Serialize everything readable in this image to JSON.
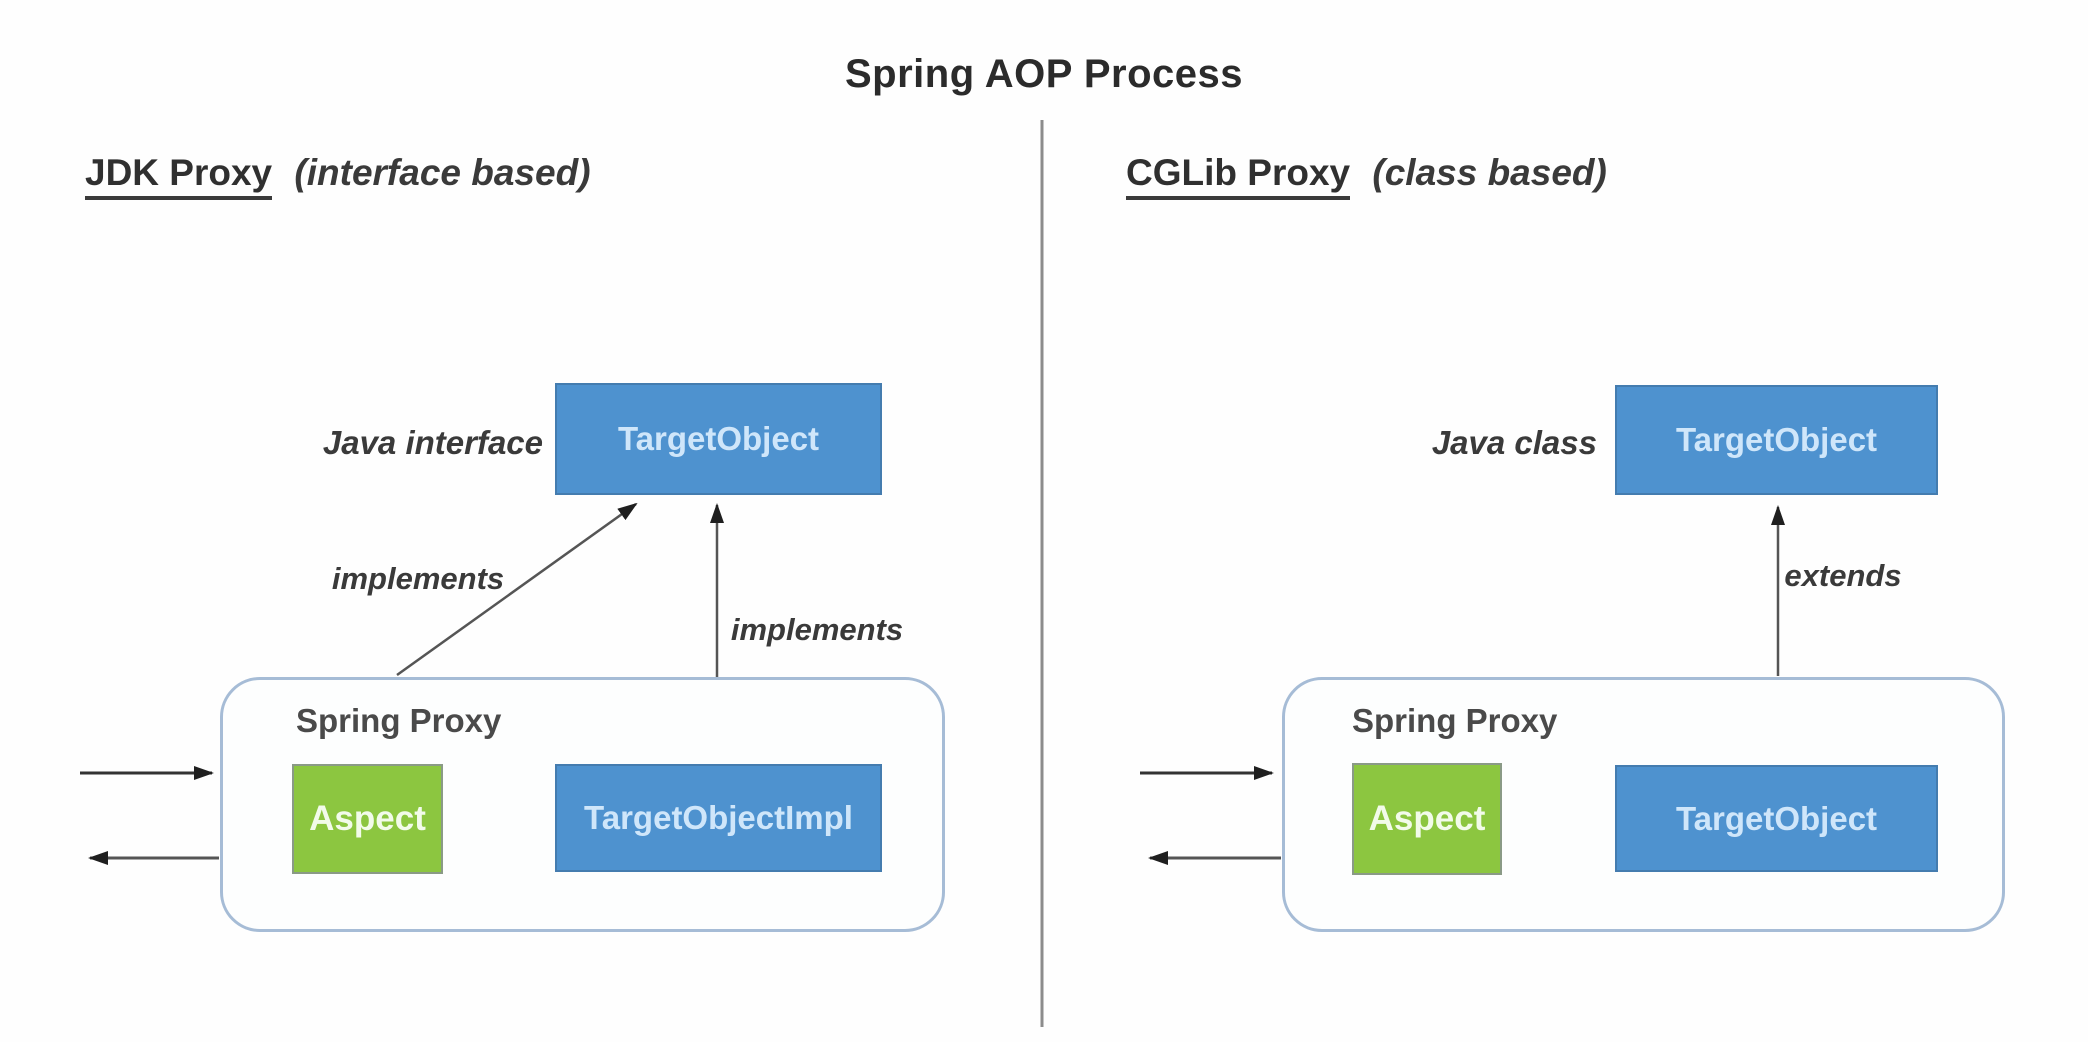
{
  "title": "Spring AOP Process",
  "panels": {
    "left": {
      "heading": "JDK Proxy",
      "heading_qualifier": "(interface based)",
      "type_label": "Java interface",
      "target_box_label": "TargetObject",
      "implements_diagonal_label": "implements",
      "implements_vertical_label": "implements",
      "proxy_label": "Spring Proxy",
      "aspect_box_label": "Aspect",
      "impl_box_label": "TargetObjectImpl"
    },
    "right": {
      "heading": "CGLib Proxy",
      "heading_qualifier": "(class based)",
      "type_label": "Java class",
      "target_box_label": "TargetObject",
      "extends_label": "extends",
      "proxy_label": "Spring Proxy",
      "aspect_box_label": "Aspect",
      "inner_target_box_label": "TargetObject"
    }
  },
  "colors": {
    "target_box_blue": "#4e92cf",
    "aspect_box_green": "#8cc640",
    "proxy_border": "#a6bcd6",
    "arrow_line": "#595959",
    "arrowhead": "#1f1f1f",
    "divider": "#8c8c8c",
    "heading_text": "#303030",
    "box_text_on_blue": "#cfe6fa",
    "box_text_on_green": "#f2fbea"
  }
}
